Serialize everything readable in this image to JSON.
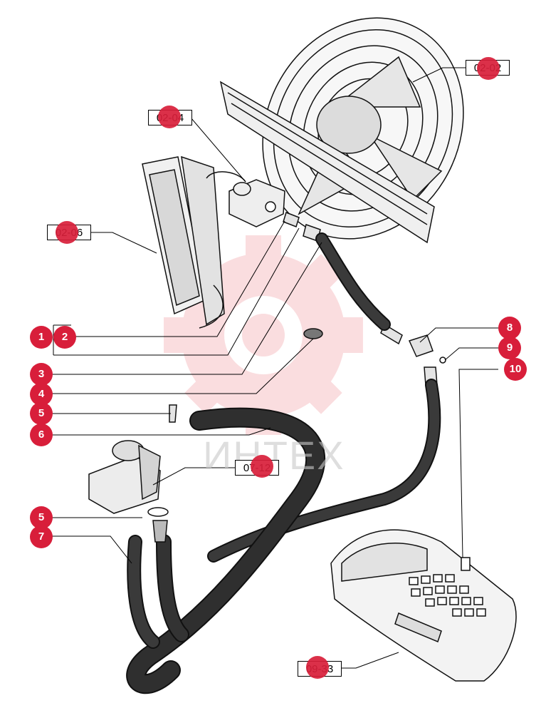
{
  "watermark": {
    "text": "ИНТЕХ",
    "color": "#e84a55"
  },
  "accent": {
    "pin": "#d81e3a",
    "line": "#000000",
    "hose": "#2a2a2a"
  },
  "refs": [
    {
      "id": "ref-02-02",
      "label": "02-02"
    },
    {
      "id": "ref-02-04",
      "label": "02-04"
    },
    {
      "id": "ref-02-06",
      "label": "02-06"
    },
    {
      "id": "ref-07-12",
      "label": "07-12"
    },
    {
      "id": "ref-09-33",
      "label": "09-33"
    }
  ],
  "callouts": [
    "1",
    "2",
    "3",
    "4",
    "5",
    "6",
    "5",
    "7",
    "8",
    "9",
    "10"
  ]
}
